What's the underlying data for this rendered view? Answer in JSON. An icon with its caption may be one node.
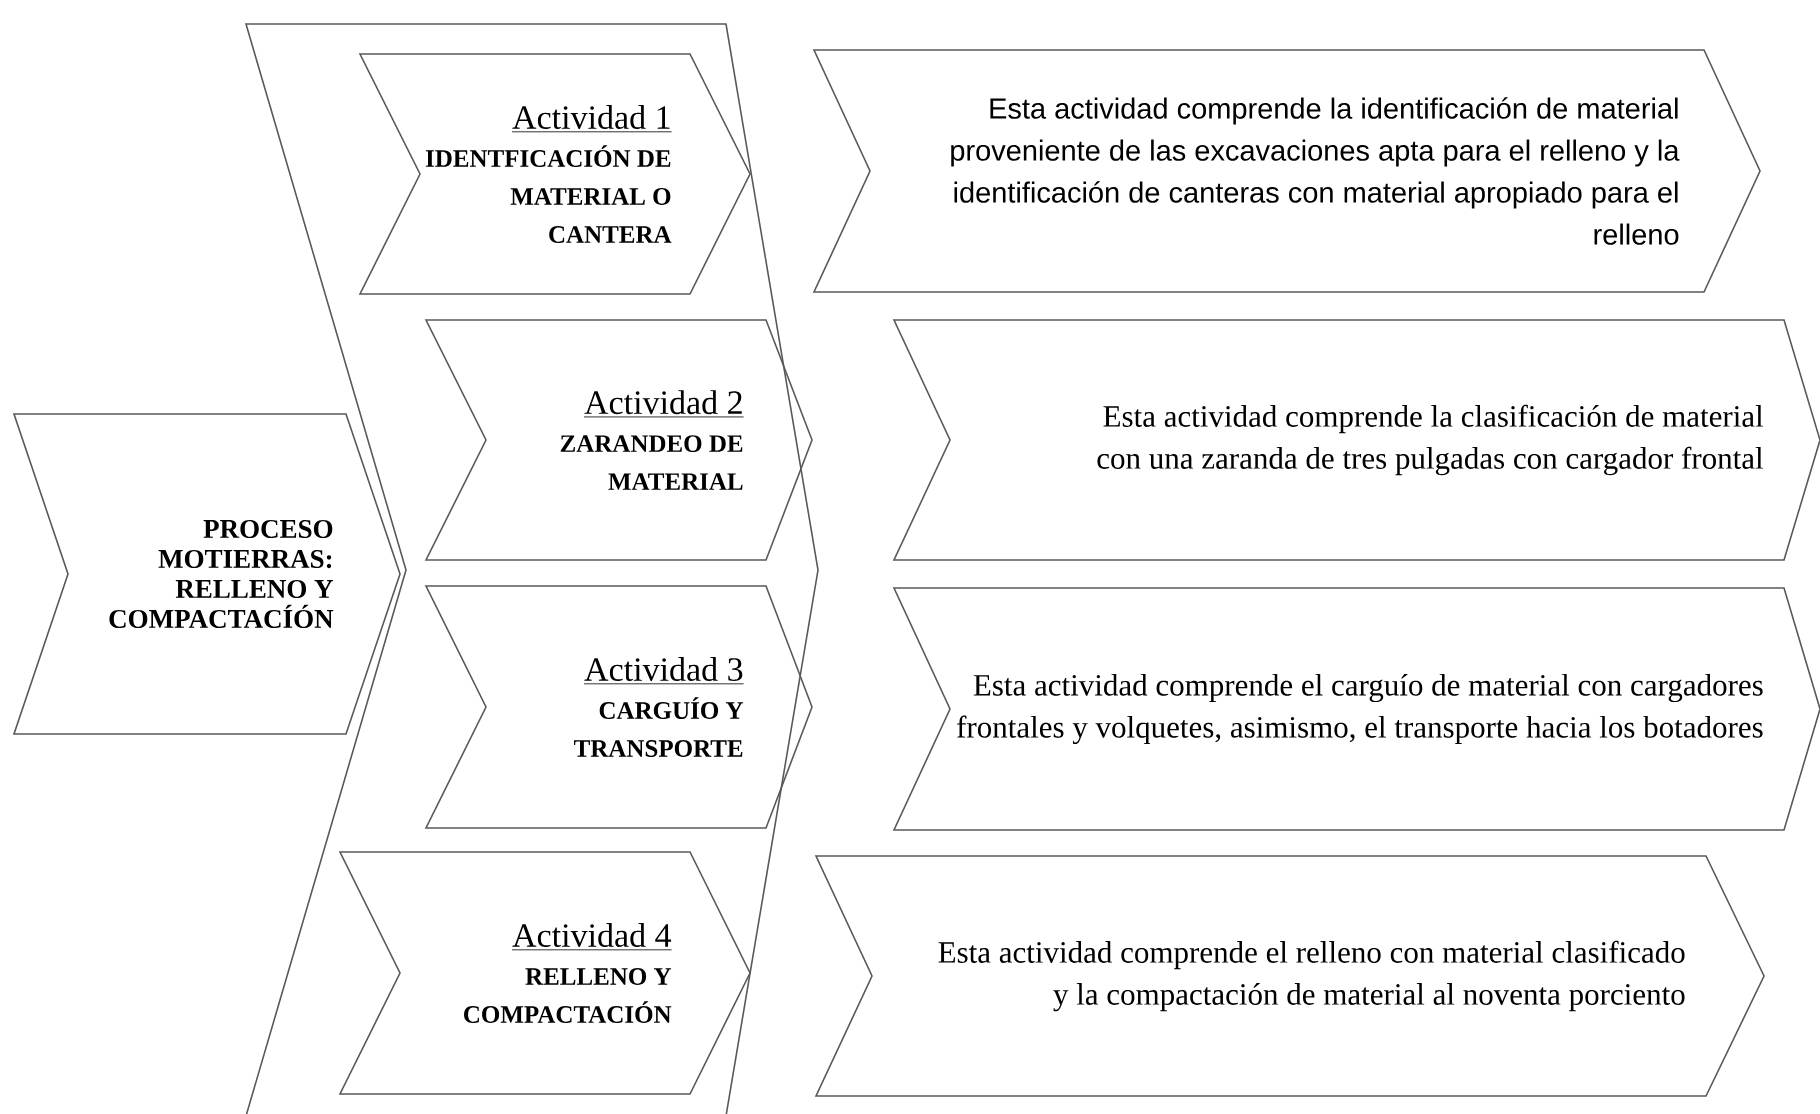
{
  "diagram": {
    "nodes": [
      {
        "text": [
          "PROCESO MOTIERRAS: RELLENO Y COMPACTACÍÓN"
        ]
      },
      {
        "text": [],
        "shape": "chevron"
      },
      {
        "text": [
          "Actividad 1",
          "IDENTFICACIÓN DE MATERIAL O CANTERA"
        ],
        "in": 1
      },
      {
        "text": [
          "Actividad 2",
          "ZARANDEO DE MATERIAL"
        ],
        "in": 1
      },
      {
        "text": [
          "Actividad 3",
          "CARGUÍO Y TRANSPORTE"
        ],
        "in": 1
      },
      {
        "text": [
          "Actividad 4",
          "RELLENO Y COMPACTACIÓN"
        ],
        "in": 1
      },
      {
        "text": [
          "Esta actividad comprende la identificación de material proveniente de las excavaciones apta para el relleno y la identificación de canteras con material apropiado para el relleno"
        ]
      },
      {
        "text": [
          "Esta actividad comprende la clasificación de material con una zaranda de tres pulgadas con cargador frontal"
        ]
      },
      {
        "text": [
          "Esta actividad comprende el carguío de material con cargadores frontales y volquetes, asimismo, el transporte hacia los botadores"
        ]
      },
      {
        "text": [
          "Esta actividad comprende el relleno con material clasificado y la compactación de material al noventa porciento"
        ]
      }
    ]
  }
}
